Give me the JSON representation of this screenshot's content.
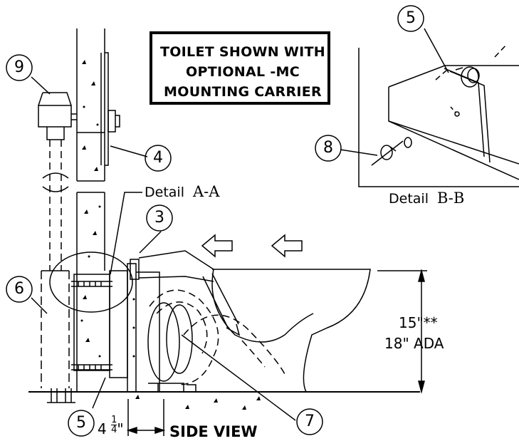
{
  "note": {
    "line1": "TOILET SHOWN WITH",
    "line2": "OPTIONAL -MC",
    "line3": "MOUNTING CARRIER"
  },
  "callouts": {
    "c9": "9",
    "c4": "4",
    "c3": "3",
    "c6": "6",
    "c5_bottom": "5",
    "c5_detail": "5",
    "c8": "8",
    "c7": "7"
  },
  "detail_aa": {
    "word": "Detail",
    "letters": "A-A"
  },
  "detail_bb": {
    "word": "Detail",
    "letters": "B-B"
  },
  "dimensions": {
    "height_standard": "15\"**",
    "height_ada": "18\" ADA",
    "offset_whole": "4",
    "offset_num": "1",
    "offset_den": "4",
    "offset_unit": "\""
  },
  "view_label": "SIDE VIEW"
}
